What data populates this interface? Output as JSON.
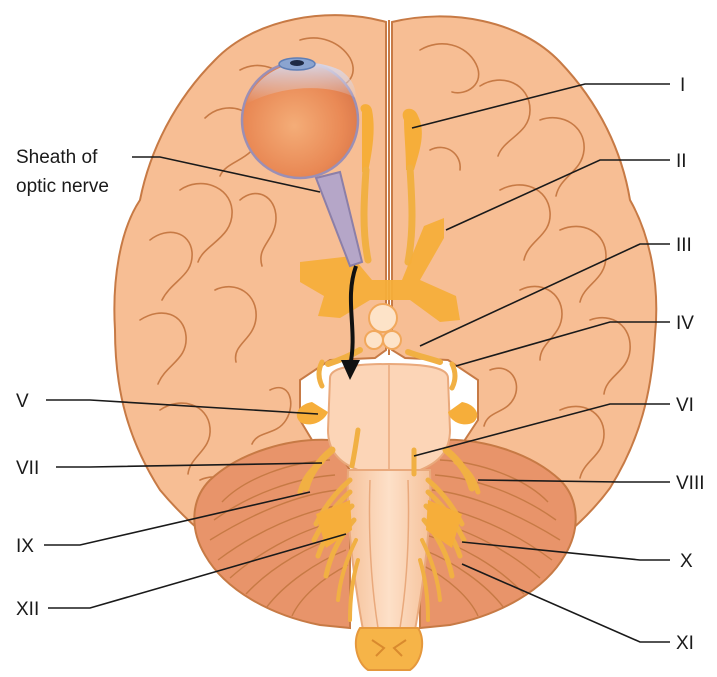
{
  "labels": {
    "sheath_line1": "Sheath of",
    "sheath_line2": "optic nerve",
    "cn1": "I",
    "cn2": "II",
    "cn3": "III",
    "cn4": "IV",
    "cn5": "V",
    "cn6": "VI",
    "cn7": "VII",
    "cn8": "VIII",
    "cn9": "IX",
    "cn10": "X",
    "cn11": "XI",
    "cn12": "XII"
  },
  "colors": {
    "cortex_fill": "#f7be94",
    "cortex_outline": "#c77a45",
    "cerebellum_fill": "#e8946a",
    "brainstem_fill": "#fcd5b7",
    "nerve": "#f6ae3a",
    "eyeball": "#ea9361",
    "optic_sheath": "#b5a6c8",
    "leader_lines": "#1a1a1a"
  }
}
